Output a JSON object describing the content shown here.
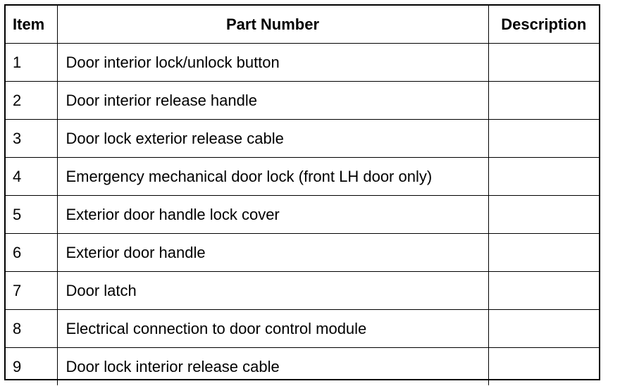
{
  "table": {
    "headers": {
      "item": "Item",
      "part_number": "Part Number",
      "description": "Description"
    },
    "rows": [
      {
        "item": "1",
        "part_number": "Door interior lock/unlock button",
        "description": ""
      },
      {
        "item": "2",
        "part_number": "Door interior release handle",
        "description": ""
      },
      {
        "item": "3",
        "part_number": "Door lock exterior release cable",
        "description": ""
      },
      {
        "item": "4",
        "part_number": "Emergency mechanical door lock (front LH door only)",
        "description": ""
      },
      {
        "item": "5",
        "part_number": "Exterior door handle lock cover",
        "description": ""
      },
      {
        "item": "6",
        "part_number": "Exterior door handle",
        "description": ""
      },
      {
        "item": "7",
        "part_number": "Door latch",
        "description": ""
      },
      {
        "item": "8",
        "part_number": "Electrical connection to door control module",
        "description": ""
      },
      {
        "item": "9",
        "part_number": "Door lock interior release cable",
        "description": ""
      }
    ]
  }
}
